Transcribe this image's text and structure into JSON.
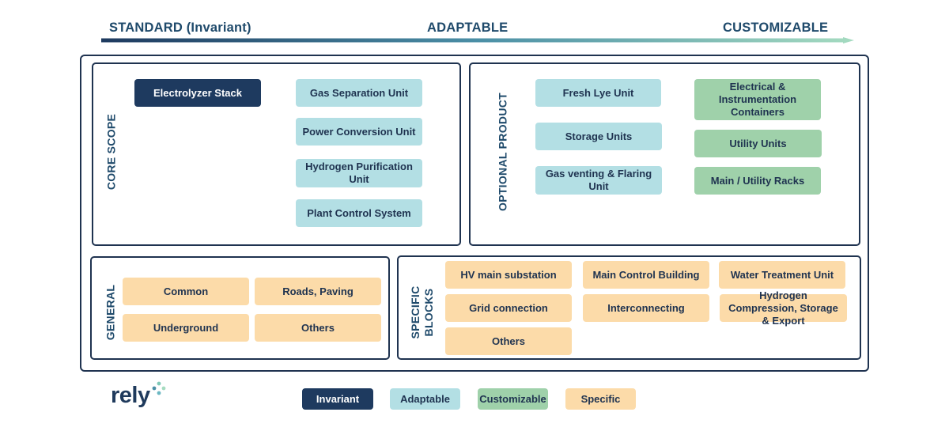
{
  "scale": {
    "left": "STANDARD (Invariant)",
    "center": "ADAPTABLE",
    "right": "CUSTOMIZABLE"
  },
  "core_scope": {
    "label": "CORE SCOPE",
    "items": [
      "Electrolyzer Stack",
      "Gas Separation Unit",
      "Power Conversion Unit",
      "Hydrogen Purification Unit",
      "Plant Control System"
    ]
  },
  "optional_product": {
    "label": "OPTIONAL PRODUCT",
    "items": [
      "Fresh Lye Unit",
      "Storage Units",
      "Gas venting & Flaring Unit",
      "Electrical & Instrumentation Containers",
      "Utility Units",
      "Main / Utility Racks"
    ]
  },
  "general": {
    "label": "GENERAL",
    "items": [
      "Common",
      "Roads, Paving",
      "Underground",
      "Others"
    ]
  },
  "specific_blocks": {
    "label_line1": "SPECIFIC",
    "label_line2": "BLOCKS",
    "items": [
      "HV main substation",
      "Main Control Building",
      "Water Treatment Unit",
      "Grid connection",
      "Interconnecting",
      "Hydrogen Compression, Storage & Export",
      "Others"
    ]
  },
  "logo": {
    "text": "rely"
  },
  "legend": [
    "Invariant",
    "Adaptable",
    "Customizable",
    "Specific"
  ],
  "colors": {
    "invariant": "#1e3a5f",
    "adaptable": "#b3dfe4",
    "customizable": "#9fd1aa",
    "specific": "#fcdba9",
    "border": "#1f3350"
  }
}
